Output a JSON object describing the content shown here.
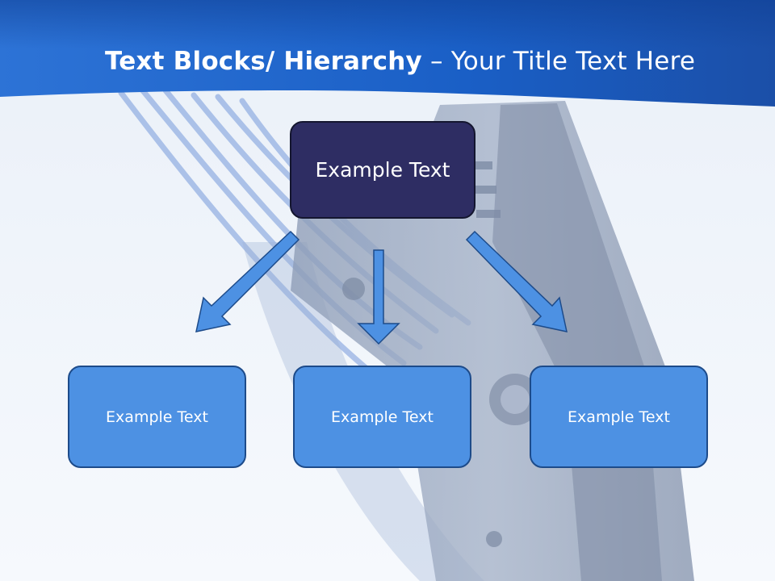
{
  "slide": {
    "title_bold": "Text Blocks/ Hierarchy",
    "title_rest": " – Your Title Text Here"
  },
  "diagram": {
    "top_box": {
      "label": "Example Text"
    },
    "children": [
      {
        "label": "Example Text"
      },
      {
        "label": "Example Text"
      },
      {
        "label": "Example Text"
      }
    ],
    "arrow_icon": "down-arrow-icon"
  },
  "colors": {
    "header_blue": "#1f5fc4",
    "top_box_fill": "#2e2d63",
    "child_box_fill": "#4d91e3",
    "arrow_fill": "#4d91e3",
    "arrow_stroke": "#1d4b8a"
  }
}
